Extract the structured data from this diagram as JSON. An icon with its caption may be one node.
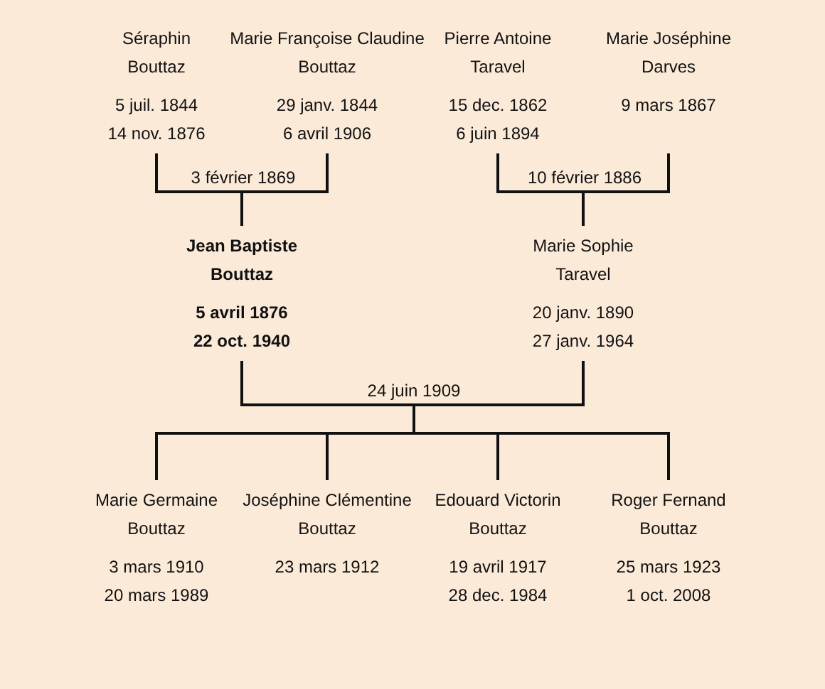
{
  "diagram": {
    "nodes": [
      {
        "text": [
          "Séraphin",
          "Bouttaz",
          "5 juil. 1844",
          "14 nov. 1876"
        ]
      },
      {
        "text": [
          "Marie Françoise Claudine",
          "Bouttaz",
          "29 janv. 1844",
          "6 avril 1906"
        ]
      },
      {
        "text": [
          "Pierre Antoine",
          "Taravel",
          "15 dec. 1862",
          "6 juin 1894"
        ]
      },
      {
        "text": [
          "Marie Joséphine",
          "Darves",
          "9 mars 1867"
        ]
      },
      {
        "text": [
          "Jean Baptiste",
          "Bouttaz",
          "5 avril 1876",
          "22 oct. 1940"
        ]
      },
      {
        "text": [
          "Marie Sophie",
          "Taravel",
          "20 janv. 1890",
          "27 janv. 1964"
        ]
      },
      {
        "text": [
          "Marie Germaine",
          "Bouttaz",
          "3 mars 1910",
          "20 mars 1989"
        ]
      },
      {
        "text": [
          "Joséphine Clémentine",
          "Bouttaz",
          "23 mars 1912"
        ]
      },
      {
        "text": [
          "Edouard Victorin",
          "Bouttaz",
          "19 avril 1917",
          "28 dec. 1984"
        ]
      },
      {
        "text": [
          "Roger Fernand",
          "Bouttaz",
          "25 mars 1923",
          "1 oct. 2008"
        ]
      }
    ],
    "edges": [
      {
        "from": 0,
        "to": 4,
        "arrow": "none",
        "label": "3 février 1869"
      },
      {
        "from": 1,
        "to": 4,
        "arrow": "none"
      },
      {
        "from": 2,
        "to": 5,
        "arrow": "none",
        "label": "10 février 1886"
      },
      {
        "from": 3,
        "to": 5,
        "arrow": "none"
      },
      {
        "from": 4,
        "to": 6,
        "arrow": "none",
        "label": "24 juin 1909"
      },
      {
        "from": 4,
        "to": 7,
        "arrow": "none"
      },
      {
        "from": 4,
        "to": 8,
        "arrow": "none"
      },
      {
        "from": 4,
        "to": 9,
        "arrow": "none"
      },
      {
        "from": 5,
        "to": 6,
        "arrow": "none"
      },
      {
        "from": 5,
        "to": 7,
        "arrow": "none"
      },
      {
        "from": 5,
        "to": 8,
        "arrow": "none"
      },
      {
        "from": 5,
        "to": 9,
        "arrow": "none"
      }
    ]
  }
}
